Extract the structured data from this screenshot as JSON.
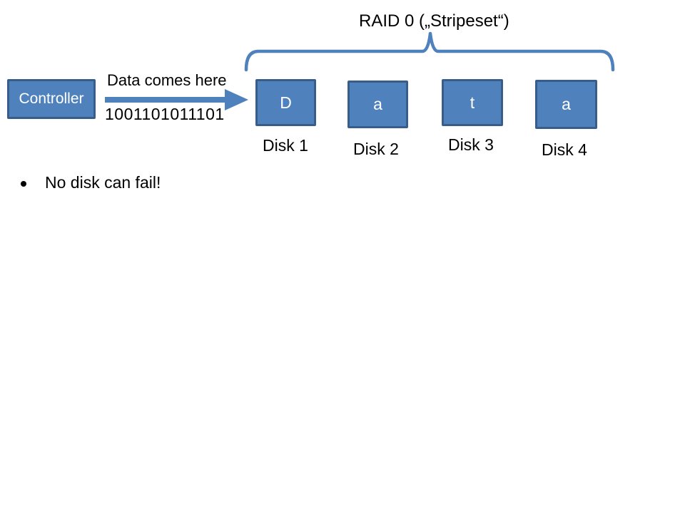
{
  "slide": {
    "title": "RAID 0 („Stripeset“)",
    "controller": {
      "label": "Controller"
    },
    "data_flow": {
      "caption": "Data comes here",
      "bits": "1001101011101"
    },
    "disks": [
      {
        "letter": "D",
        "label": "Disk 1"
      },
      {
        "letter": "a",
        "label": "Disk 2"
      },
      {
        "letter": "t",
        "label": "Disk 3"
      },
      {
        "letter": "a",
        "label": "Disk 4"
      }
    ],
    "bullets": [
      "No disk can fail!"
    ],
    "colors": {
      "shape_fill": "#4f81bd",
      "shape_border": "#385d8a",
      "accent": "#4f81bd",
      "text": "#000000",
      "background": "#ffffff"
    }
  }
}
